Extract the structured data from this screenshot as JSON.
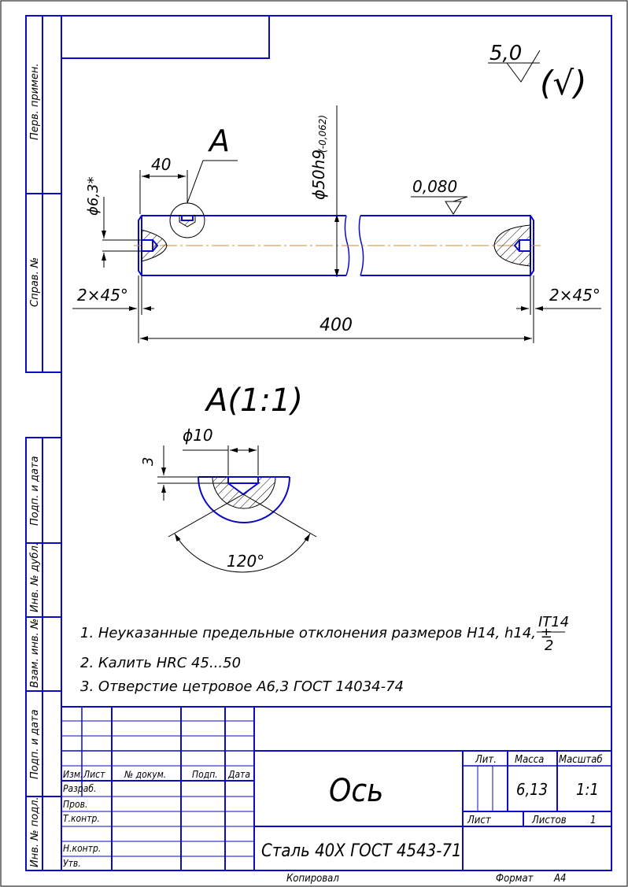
{
  "colors": {
    "frame": "#0a0ac8",
    "axis": "#d08a30",
    "ink": "#000000"
  },
  "side_strip": {
    "perv_primen": "Перв. примен.",
    "sprav_no": "Справ. №",
    "podp_data_1": "Подп. и дата",
    "inv_dubl": "Инв. № дубл.",
    "vzam_inv": "Взам. инв. №",
    "podp_data_2": "Подп. и дата",
    "inv_podl": "Инв. № подл."
  },
  "roughness": {
    "value": "5,0",
    "other": "(√)"
  },
  "main_view": {
    "section_label": "A",
    "dim_40": "40",
    "dim_hole_dia": "ϕ6,3*",
    "dim_shaft_dia": "ϕ50h9",
    "dim_shaft_tol": "(-0,062)",
    "runout": "0,080",
    "chamfer_left": "2×45°",
    "chamfer_right": "2×45°",
    "length": "400"
  },
  "detail_view": {
    "title": "A(1:1)",
    "dim_dia": "ϕ10",
    "dim_depth": "3",
    "dim_angle": "120°"
  },
  "notes": {
    "n1_text": "1. Неуказанные предельные отклонения размеров H14, h14, ±",
    "n1_num": "IT14",
    "n1_den": "2",
    "n2": "2. Калить HRC 45...50",
    "n3": "3. Отверстие цетровое A6,3 ГОСТ 14034-74"
  },
  "title_block": {
    "headers": {
      "izm": "Изм.",
      "list": "Лист",
      "doc_no": "№ докум.",
      "podp": "Подп.",
      "data": "Дата"
    },
    "roles": {
      "razrab": "Разраб.",
      "prov": "Пров.",
      "tkontr": "Т.контр.",
      "nkontr": "Н.контр.",
      "utv": "Утв."
    },
    "part_name": "Ось",
    "material": "Сталь 40Х  ГОСТ 4543-71",
    "lit_label": "Лит.",
    "mass_label": "Масса",
    "scale_label": "Масштаб",
    "mass": "6,13",
    "scale": "1:1",
    "sheet_label": "Лист",
    "sheets_label": "Листов",
    "sheets": "1"
  },
  "footer": {
    "copied": "Копировал",
    "format_label": "Формат",
    "format": "A4"
  }
}
